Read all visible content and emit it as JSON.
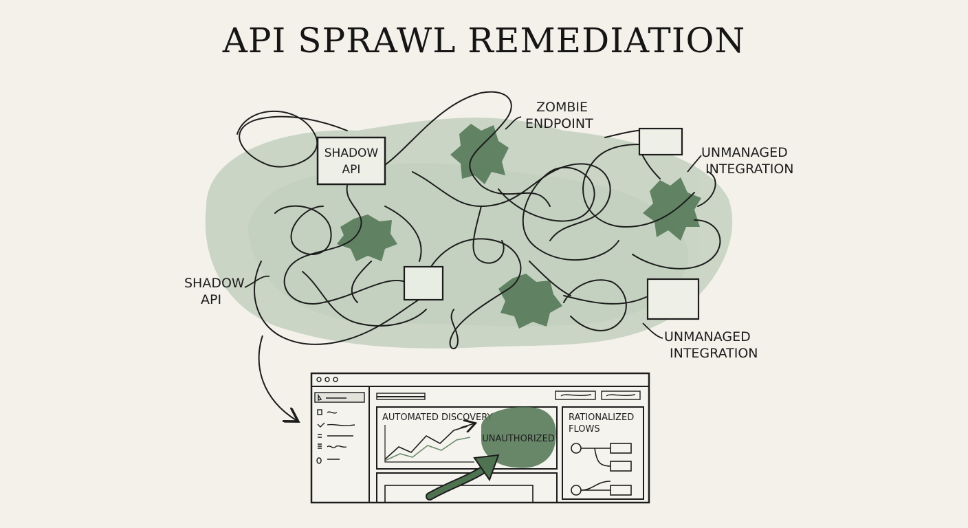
{
  "title": "API SPRAWL REMEDIATION",
  "labels": {
    "shadow_box_line1": "SHADOW",
    "shadow_box_line2": "API",
    "zombie_line1": "ZOMBIE",
    "zombie_line2": "ENDPOINT",
    "unmanaged_top_line1": "UNMANAGED",
    "unmanaged_top_line2": "INTEGRATION",
    "shadow_left_line1": "SHADOW",
    "shadow_left_line2": "API",
    "unmanaged_bottom_line1": "UNMANAGED",
    "unmanaged_bottom_line2": "INTEGRATION"
  },
  "dashboard": {
    "panel_discovery": "AUTOMATED DISCOVERY",
    "badge_unauthorized": "UNAUTHORIZED",
    "panel_flows_line1": "RATIONALIZED",
    "panel_flows_line2": "FLOWS"
  },
  "colors": {
    "ink": "#1c1c1c",
    "wash_light": "#a9bfa8",
    "wash_dark": "#4f7351",
    "paper": "#f3f1ea"
  }
}
